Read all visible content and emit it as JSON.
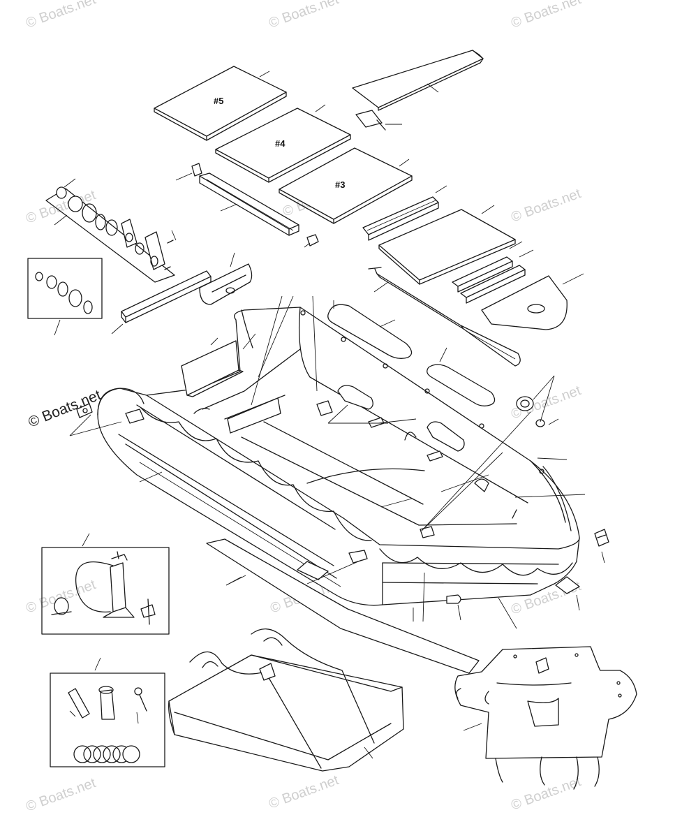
{
  "floor_panels": [
    {
      "label": "#5"
    },
    {
      "label": "#4"
    },
    {
      "label": "#3"
    }
  ],
  "watermark": {
    "text": "© Boats.net",
    "main_text": "© Boats.net"
  },
  "colors": {
    "line": "#1a1a1a",
    "background": "#ffffff",
    "watermark": "#cfcfcf"
  }
}
